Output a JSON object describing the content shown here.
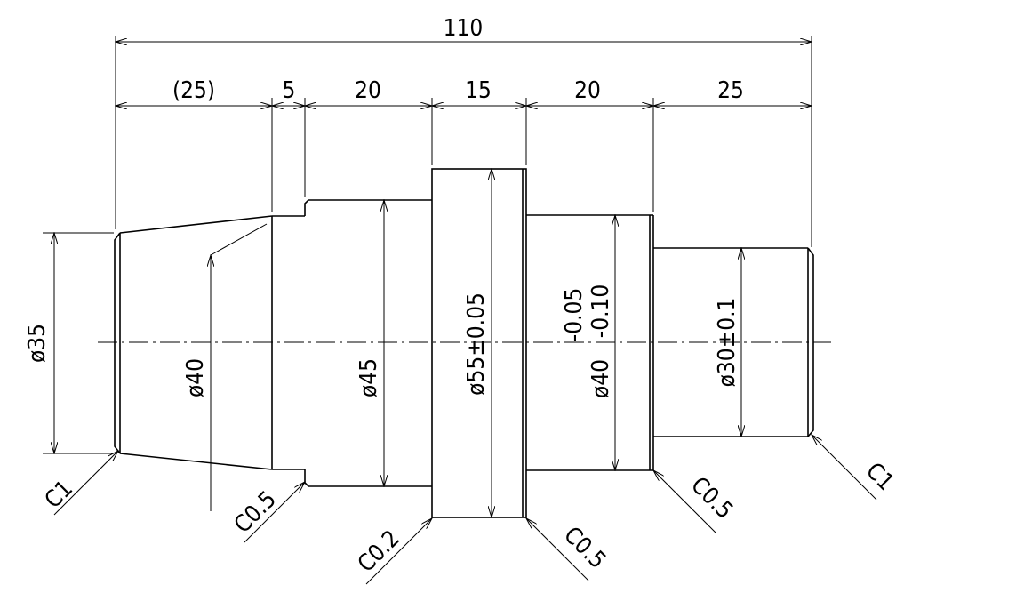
{
  "dimensions": {
    "overall": "110",
    "segments": [
      "(25)",
      "5",
      "20",
      "15",
      "20",
      "25"
    ],
    "diameters": {
      "d35": "ø35",
      "d40": "ø40",
      "d45": "ø45",
      "d55": "ø55±0.05",
      "d40_tol": "ø40",
      "d40_tol_upper": "-0.05",
      "d40_tol_lower": "-0.10",
      "d30": "ø30±0.1"
    }
  },
  "chamfers": {
    "left_c1": "C1",
    "taper_end": "C0.5",
    "collar_left": "C0.2",
    "collar_right": "C0.5",
    "step_right": "C0.5",
    "right_c1": "C1"
  }
}
